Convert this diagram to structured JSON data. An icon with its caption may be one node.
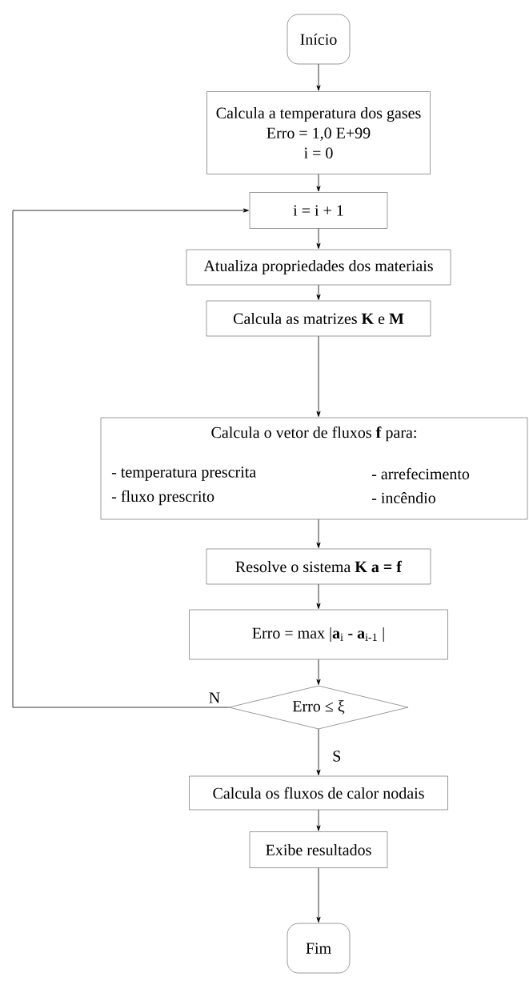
{
  "diagram": {
    "nodes": [
      {
        "text": [
          "Início"
        ]
      },
      {
        "text": [
          "Calcula a temperatura dos gases",
          "Erro = 1,0 E+99",
          "i = 0"
        ]
      },
      {
        "text": [
          "i = i + 1"
        ]
      },
      {
        "text": [
          "Atualiza propriedades dos materiais"
        ]
      },
      {
        "text": [
          "Calcula as matrizes **K** e **M**"
        ]
      },
      {
        "text": [
          "Calcula o vetor de fluxos **f** para:",
          "- temperatura prescrita",
          "- arrefecimento",
          "- fluxo prescrito",
          "- incêndio"
        ]
      },
      {
        "text": [
          "Resolve o sistema **K a = f**"
        ]
      },
      {
        "text": [
          "Erro = max |**a**$_{i}$ **- a**$_{i-1}$ |"
        ]
      },
      {
        "text": [
          "Erro ≤ ξ"
        ]
      },
      {
        "text": [
          "Calcula os fluxos de calor nodais"
        ]
      },
      {
        "text": [
          "Exibe resultados"
        ]
      },
      {
        "text": [
          "Fim"
        ]
      }
    ],
    "edges": [
      {
        "from": 0,
        "to": 1,
        "arrow": "to"
      },
      {
        "from": 1,
        "to": 2,
        "arrow": "to"
      },
      {
        "from": 2,
        "to": 3,
        "arrow": "to"
      },
      {
        "from": 3,
        "to": 4,
        "arrow": "to"
      },
      {
        "from": 4,
        "to": 5,
        "arrow": "to"
      },
      {
        "from": 5,
        "to": 6,
        "arrow": "to"
      },
      {
        "from": 6,
        "to": 7,
        "arrow": "to"
      },
      {
        "from": 7,
        "to": 8,
        "arrow": "to"
      },
      {
        "from": 8,
        "to": 2,
        "arrow": "to",
        "label": "N"
      },
      {
        "from": 8,
        "to": 9,
        "arrow": "to",
        "label": "S"
      },
      {
        "from": 9,
        "to": 10,
        "arrow": "to"
      },
      {
        "from": 10,
        "to": 11,
        "arrow": "to"
      }
    ]
  }
}
